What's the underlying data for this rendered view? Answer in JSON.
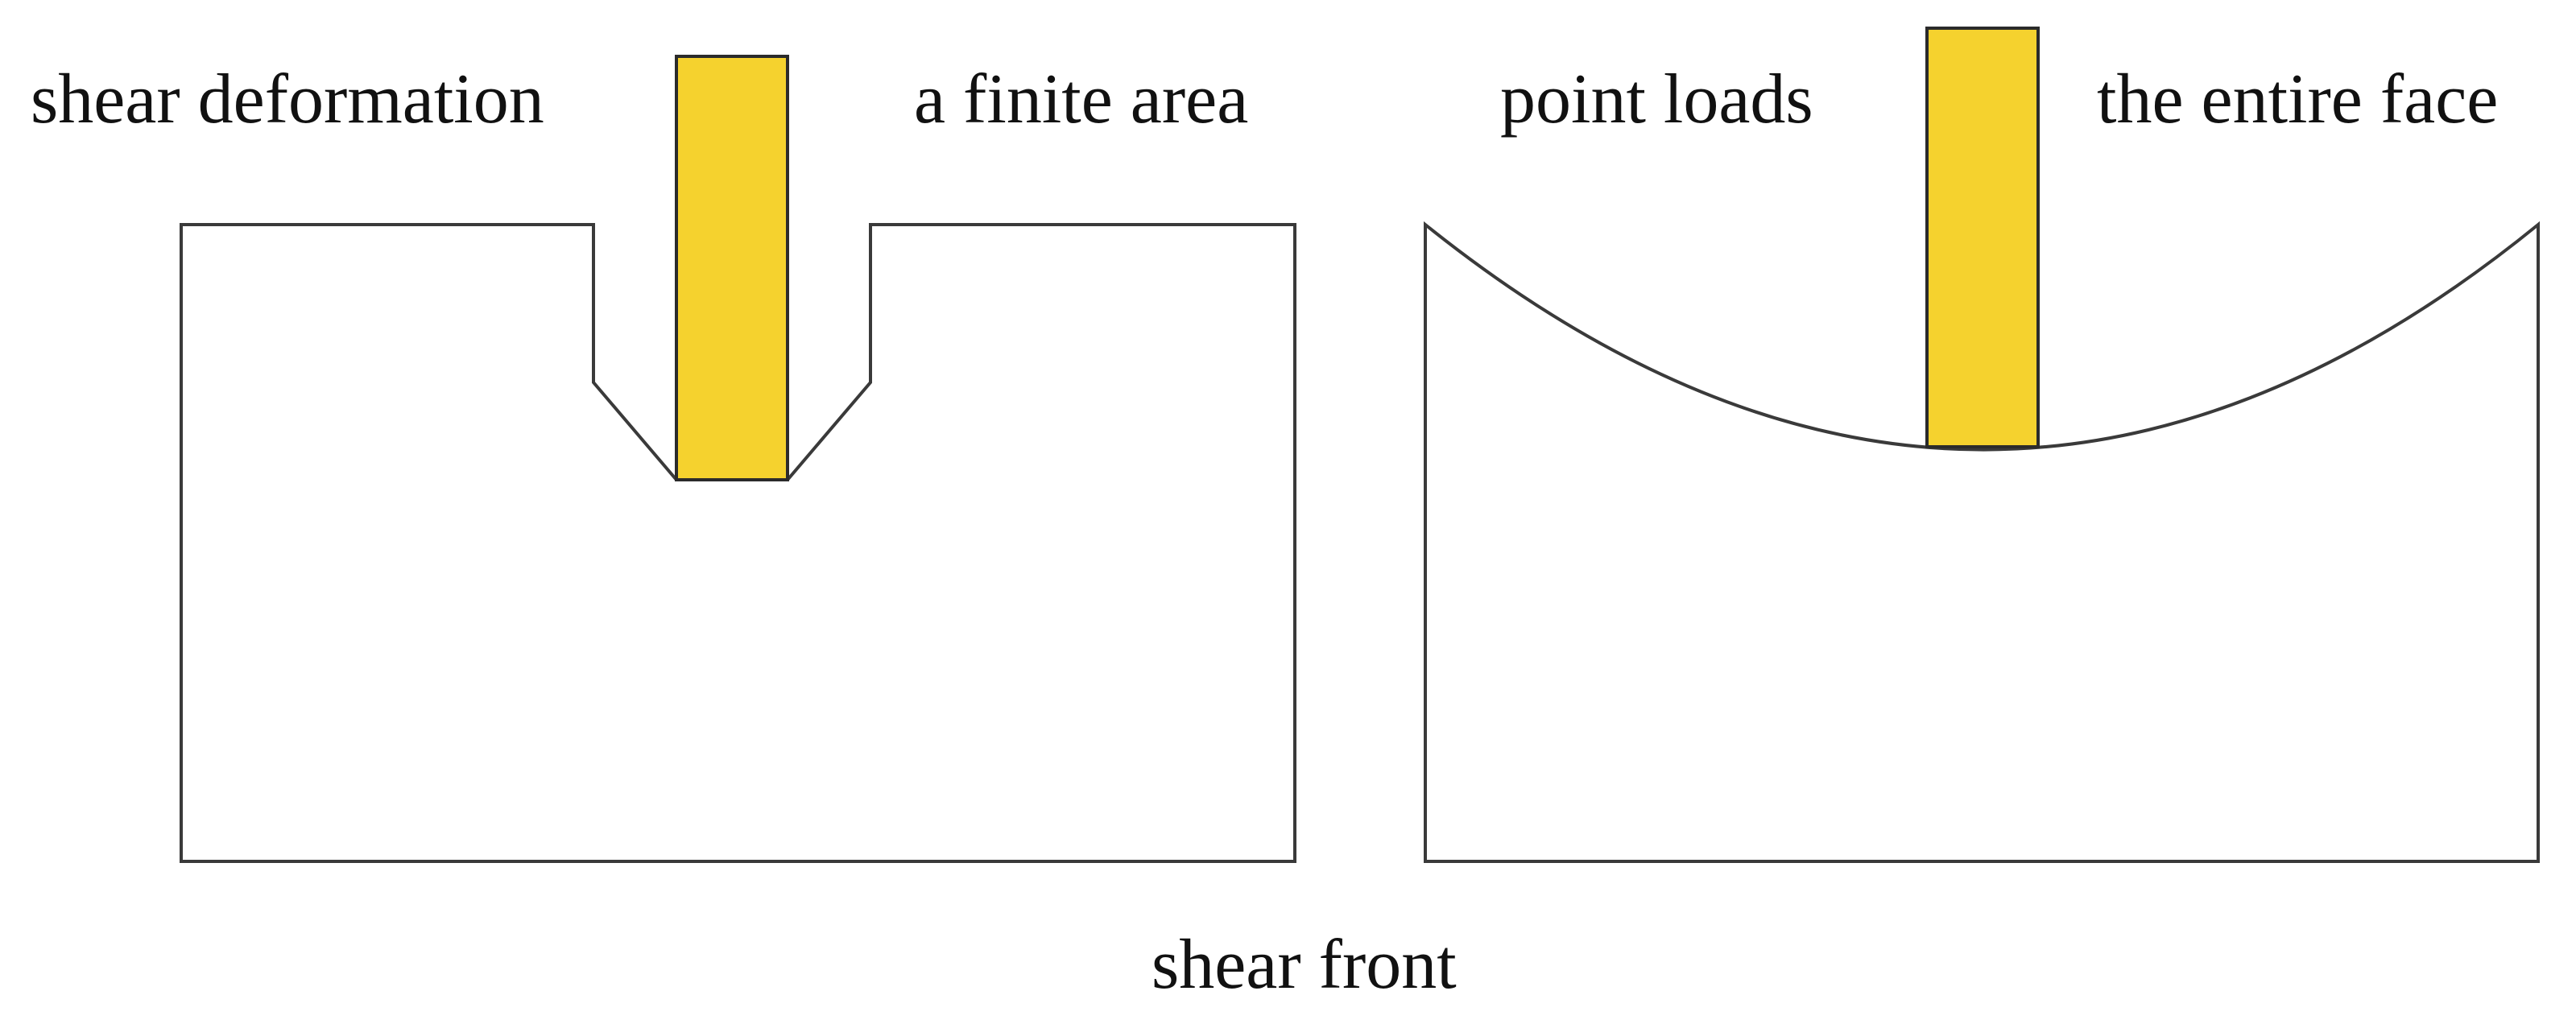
{
  "labels": {
    "shear_deformation": "shear deformation",
    "finite_area": "a finite area",
    "point_loads": "point loads",
    "entire_face": "the entire face",
    "shear_front": "shear front"
  },
  "colors": {
    "punch_fill": "#F5D22E",
    "outline": "#3a3a3a",
    "text": "#111111"
  }
}
